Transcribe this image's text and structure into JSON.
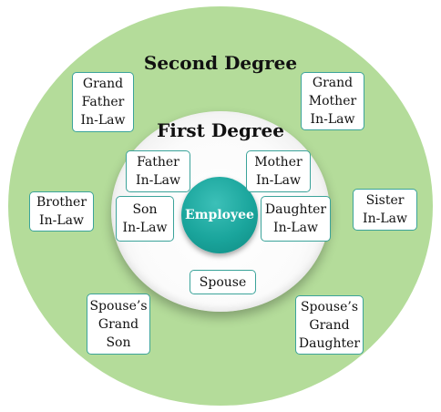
{
  "center": {
    "label": "Employee"
  },
  "headings": {
    "second_degree": "Second Degree",
    "first_degree": "First Degree"
  },
  "first_degree": {
    "father_in_law": [
      "Father",
      "In-Law"
    ],
    "mother_in_law": [
      "Mother",
      "In-Law"
    ],
    "son_in_law": [
      "Son",
      "In-Law"
    ],
    "daughter_in_law": [
      "Daughter",
      "In-Law"
    ],
    "spouse": [
      "Spouse"
    ]
  },
  "second_degree": {
    "grand_father_in_law": [
      "Grand",
      "Father",
      "In-Law"
    ],
    "grand_mother_in_law": [
      "Grand",
      "Mother",
      "In-Law"
    ],
    "brother_in_law": [
      "Brother",
      "In-Law"
    ],
    "sister_in_law": [
      "Sister",
      "In-Law"
    ],
    "spouses_grand_son": [
      "Spouse’s",
      "Grand",
      "Son"
    ],
    "spouses_grand_daughter": [
      "Spouse’s",
      "Grand",
      "Daughter"
    ]
  },
  "colors": {
    "outer_ring": "#b4dc9a",
    "employee": "#1aa59c",
    "box_border": "#3ba39a"
  }
}
